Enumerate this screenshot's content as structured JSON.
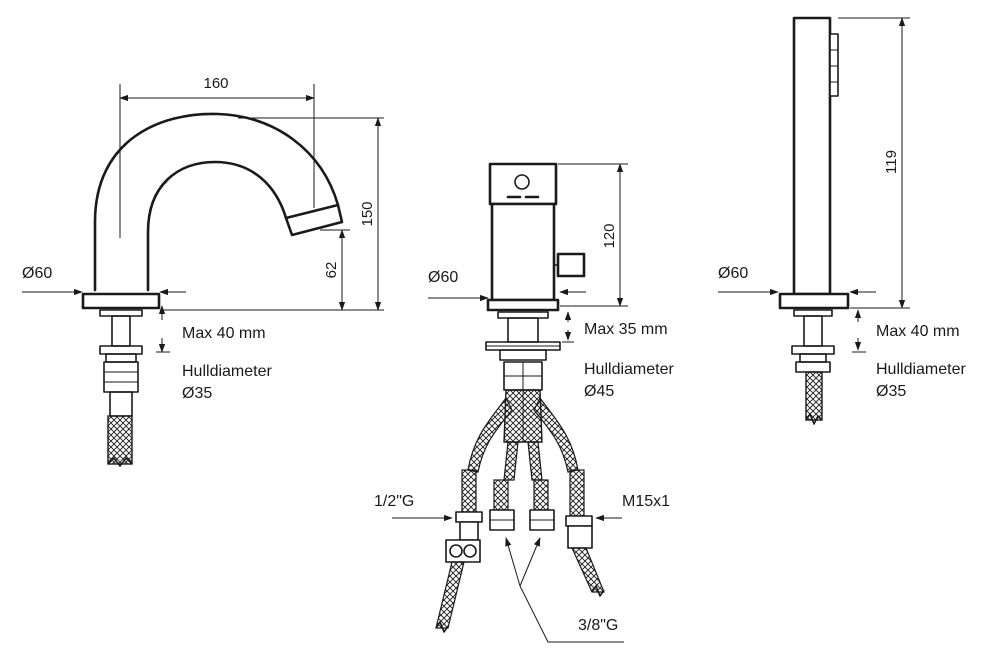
{
  "spout": {
    "width_dim": "160",
    "height_dim": "150",
    "outlet_height_dim": "62",
    "base_diameter": "Ø60",
    "max_thickness": "Max 40 mm",
    "hole_label": "Hulldiameter",
    "hole_diameter": "Ø35"
  },
  "mixer": {
    "height_dim": "120",
    "base_diameter": "Ø60",
    "max_thickness": "Max 35 mm",
    "hole_label": "Hulldiameter",
    "hole_diameter": "Ø45",
    "inlet_thread": "1/2\"G",
    "hose_thread": "M15x1",
    "outlet_thread": "3/8\"G"
  },
  "shower": {
    "height_dim": "119",
    "base_diameter": "Ø60",
    "max_thickness": "Max 40 mm",
    "hole_label": "Hulldiameter",
    "hole_diameter": "Ø35"
  }
}
